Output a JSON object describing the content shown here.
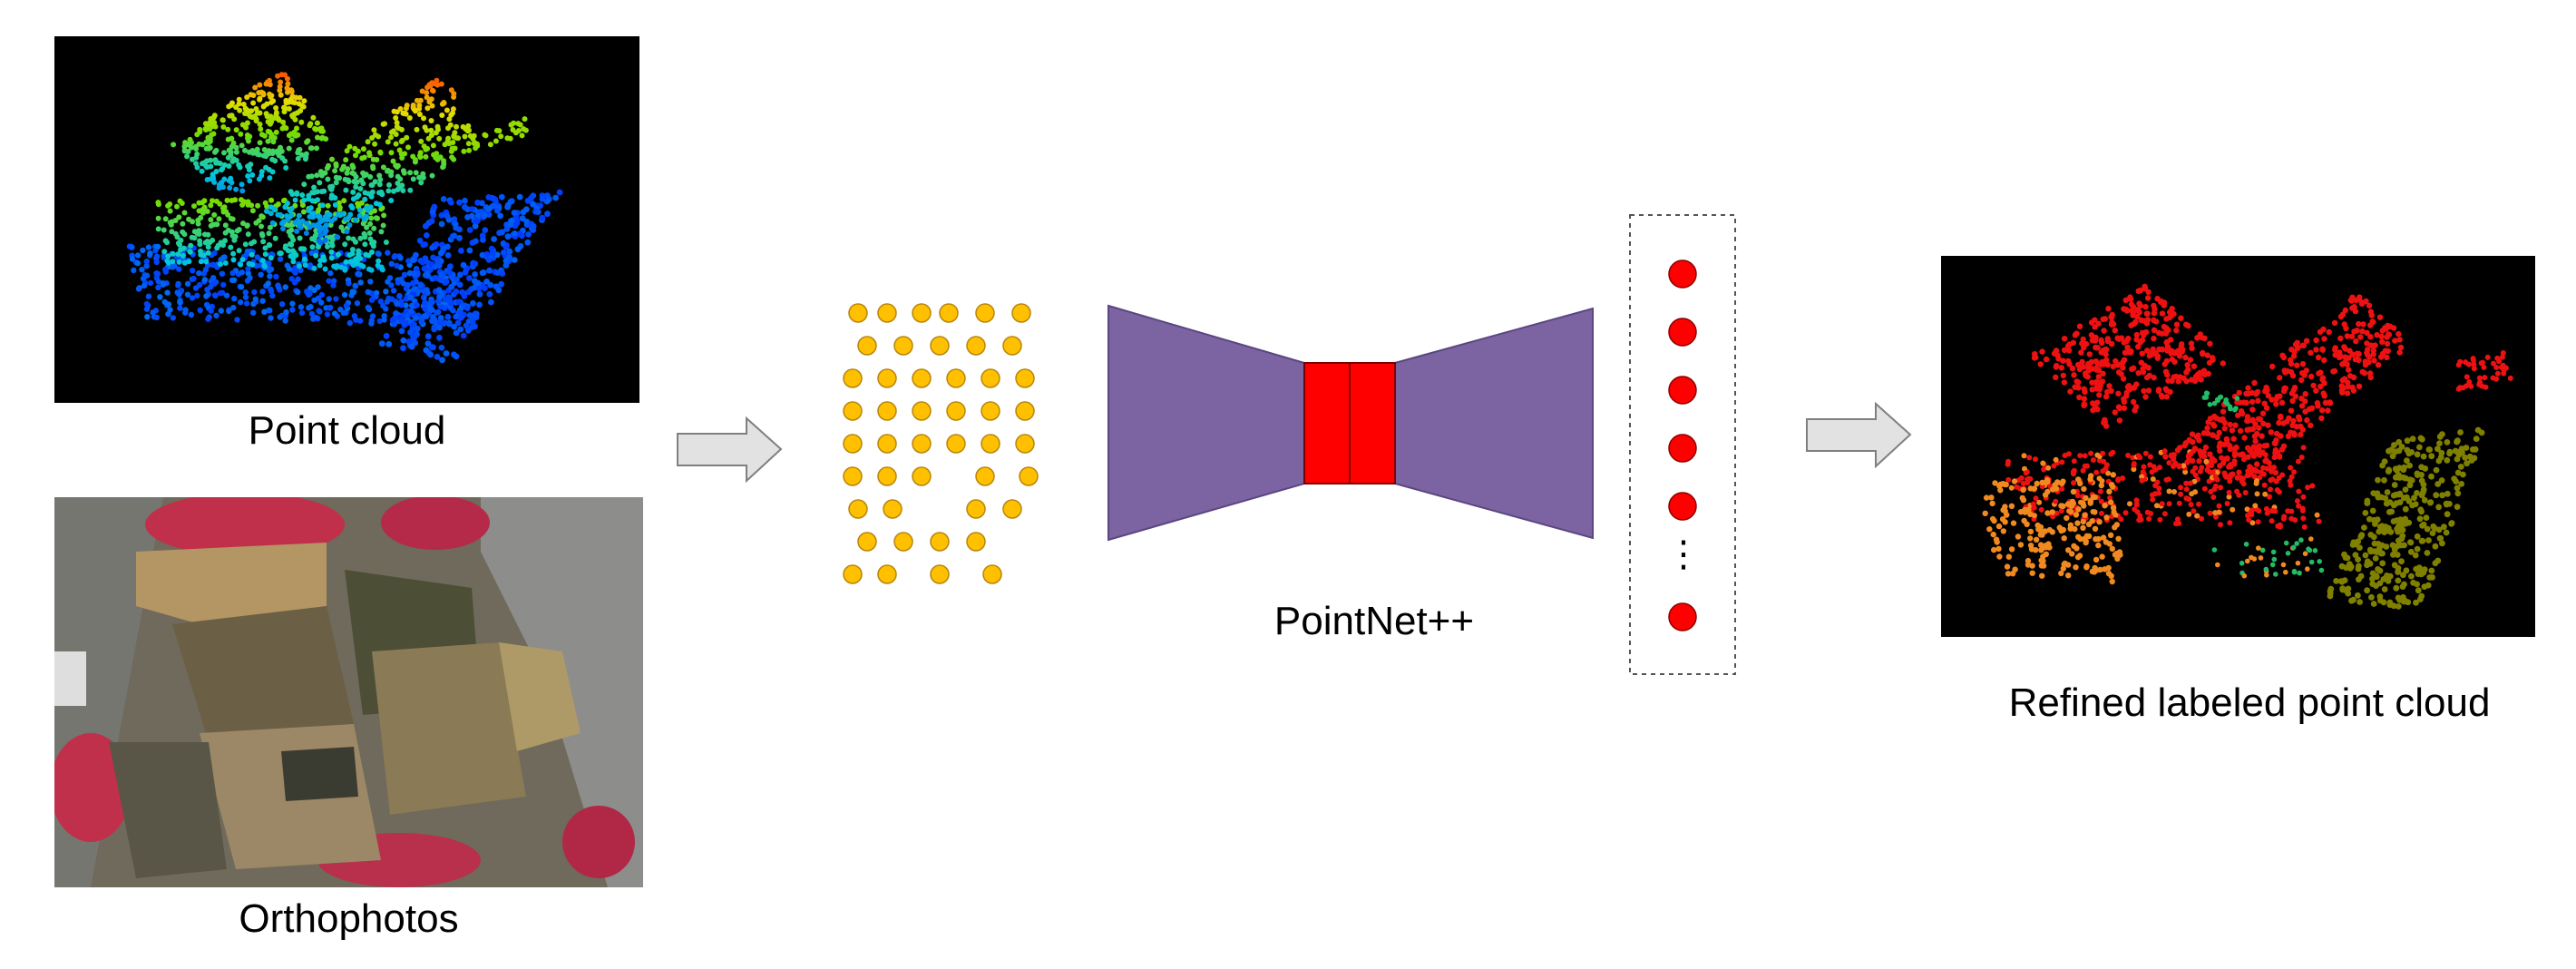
{
  "captions": {
    "point_cloud": "Point cloud",
    "orthophotos": "Orthophotos",
    "network": "PointNet++",
    "output": "Refined labeled point cloud",
    "ellipsis": "⋮"
  },
  "colors": {
    "network_body": "#7b64a1",
    "bottleneck": "#ff0000",
    "input_point": "#ffc000",
    "output_node": "#ff0000",
    "arrow_fill": "#e0e0e0",
    "panel_bg": "#000000",
    "label_roof": "#ee1111",
    "label_facade": "#f08a20",
    "label_vegetation": "#808000",
    "label_misc": "#22bb66"
  },
  "icons": [
    "right-arrow-icon",
    "encoder-decoder-icon",
    "input-points-icon",
    "output-nodes-icon"
  ]
}
